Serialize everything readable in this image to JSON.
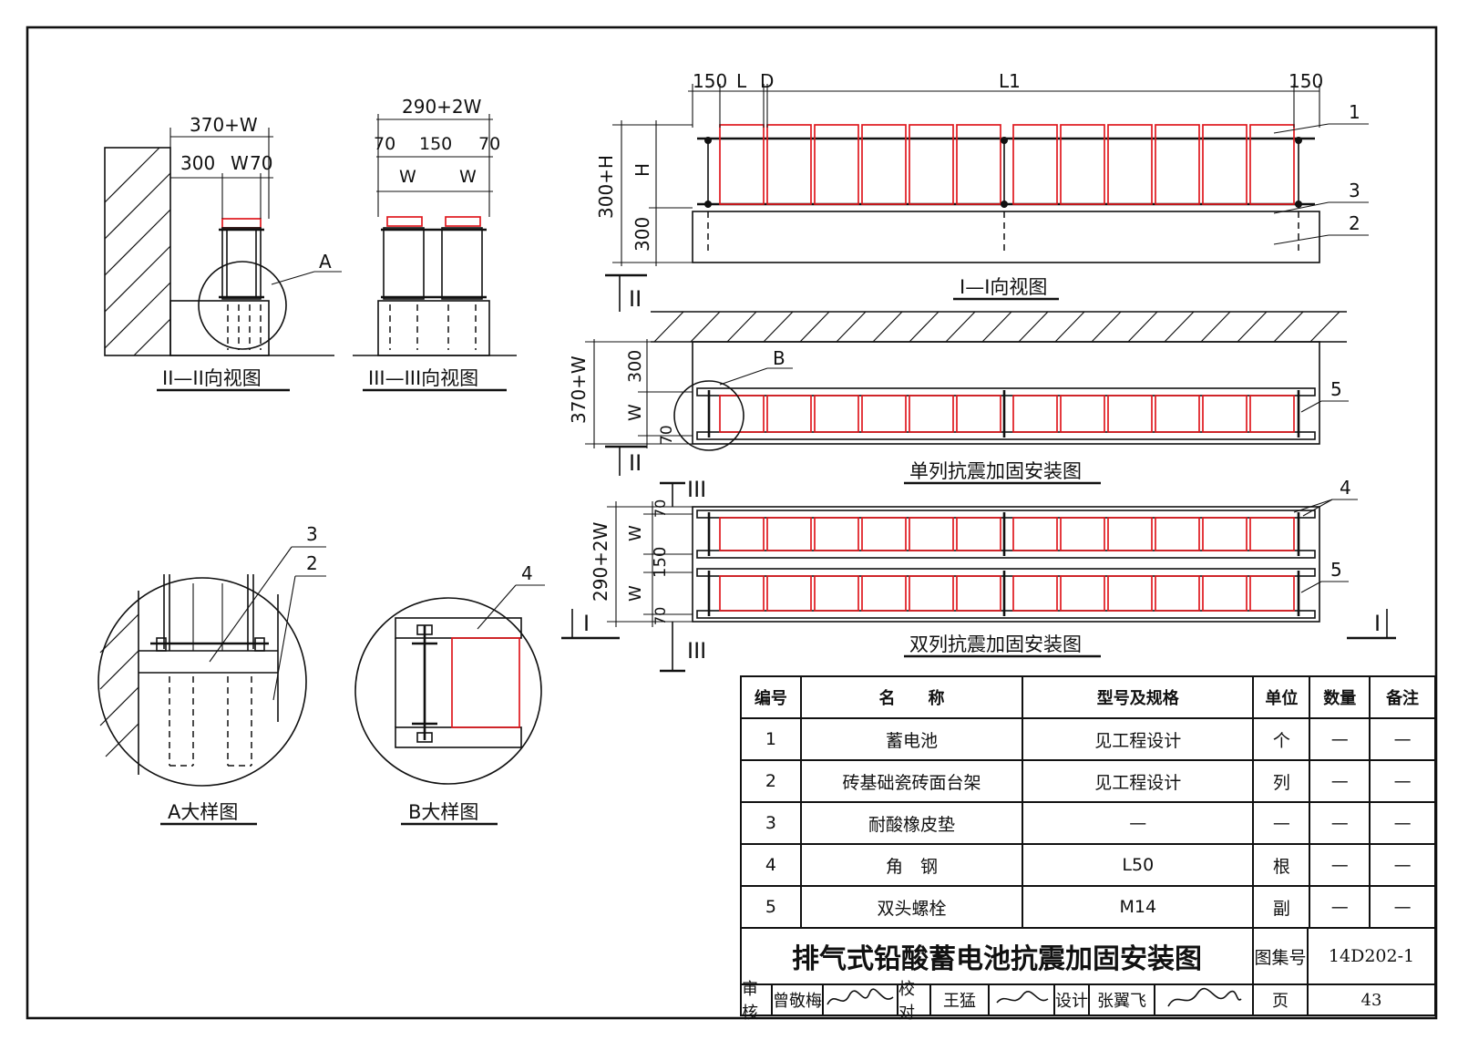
{
  "views": {
    "section_ii": "II—II向视图",
    "section_iii": "III—III向视图",
    "view_i": "I—I向视图",
    "single_row": "单列抗震加固安装图",
    "double_row": "双列抗震加固安装图",
    "detail_a": "A大样图",
    "detail_b": "B大样图"
  },
  "dims": {
    "d370w": "370+W",
    "d300": "300",
    "dW": "W",
    "d70": "70",
    "d290w": "290+2W",
    "d150": "150",
    "dL": "L",
    "dD": "D",
    "dL1": "L1",
    "d300h": "300+H",
    "dH": "H",
    "d2w_total": "290+2W"
  },
  "marks": {
    "A": "A",
    "B": "B",
    "n1": "1",
    "n2": "2",
    "n3": "3",
    "n4": "4",
    "n5": "5",
    "sec_II": "II",
    "sec_III": "III",
    "sec_I": "I"
  },
  "table": {
    "headers": [
      "编号",
      "名　　称",
      "型号及规格",
      "单位",
      "数量",
      "备注"
    ],
    "rows": [
      [
        "1",
        "蓄电池",
        "见工程设计",
        "个",
        "—",
        "—"
      ],
      [
        "2",
        "砖基础瓷砖面台架",
        "见工程设计",
        "列",
        "—",
        "—"
      ],
      [
        "3",
        "耐酸橡皮垫",
        "—",
        "—",
        "—",
        "—"
      ],
      [
        "4",
        "角　钢",
        "L50",
        "根",
        "—",
        "—"
      ],
      [
        "5",
        "双头螺栓",
        "M14",
        "副",
        "—",
        "—"
      ]
    ]
  },
  "title_block": {
    "title": "排气式铅酸蓄电池抗震加固安装图",
    "atlas_label": "图集号",
    "atlas_no": "14D202-1",
    "review_label": "审核",
    "reviewer": "曾敬梅",
    "check_label": "校对",
    "checker": "王猛",
    "design_label": "设计",
    "designer": "张翼飞",
    "page_label": "页",
    "page_no": "43"
  }
}
